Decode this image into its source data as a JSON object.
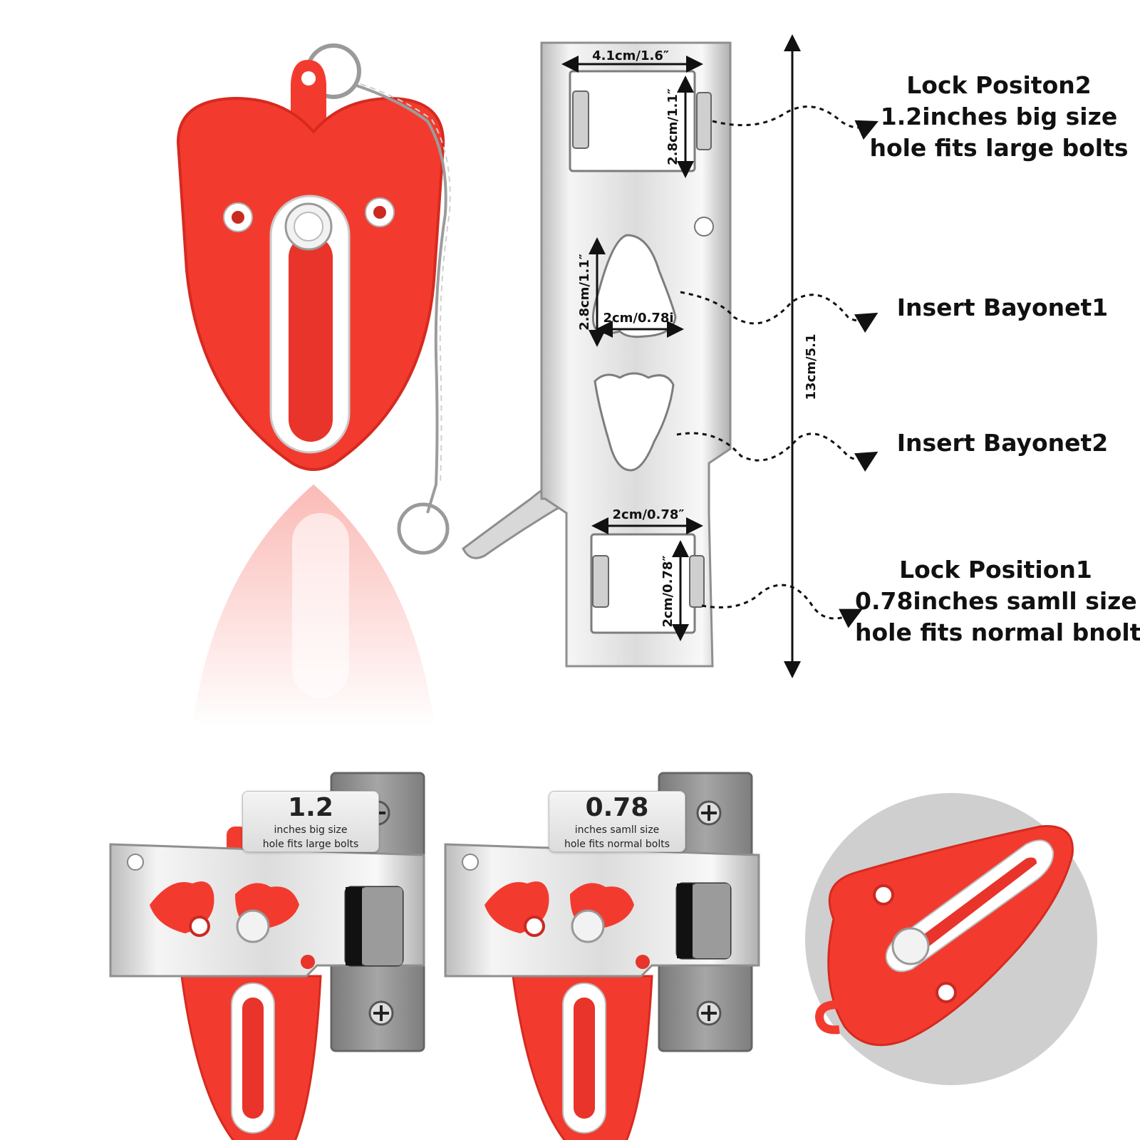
{
  "dimensions": {
    "top_width": "4.1cm/1.6″",
    "top_height": "2.8cm/1.1″",
    "bayonet_height": "2.8cm/1.1″",
    "bayonet_width": "2cm/0.78i",
    "bottom_width": "2cm/0.78″",
    "bottom_height": "2cm/0.78″",
    "total_length": "13cm/5.1"
  },
  "callouts": {
    "lock_position2": [
      "Lock Positon2",
      "1.2inches big size",
      "hole fits large bolts"
    ],
    "insert_bayonet1": [
      "Insert Bayonet1"
    ],
    "insert_bayonet2": [
      "Insert Bayonet2"
    ],
    "lock_position1": [
      "Lock Position1",
      "0.78inches samll size",
      "hole fits normal bnolts"
    ]
  },
  "cards": {
    "big": {
      "value": "1.2",
      "line1": "inches big size",
      "line2": "hole fits large bolts"
    },
    "small": {
      "value": "0.78",
      "line1": "inches samll size",
      "line2": "hole fits normal bolts"
    }
  },
  "colors": {
    "accent": "#f23b2e",
    "accent_dark": "#d62a20",
    "metal": "#e4e4e4",
    "latch": "#8c8c8c"
  }
}
